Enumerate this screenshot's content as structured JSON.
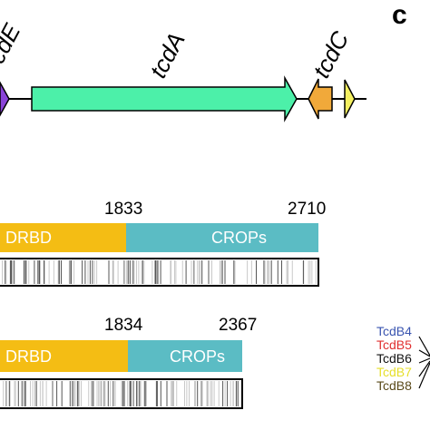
{
  "panel_letter": "c",
  "genes": {
    "tcdE": "cdE",
    "tcdA": "tcdA",
    "tcdC": "tcdC"
  },
  "colors": {
    "tcdA": "#4cf0a9",
    "tcdE": "#8a44d8",
    "tcdC": "#f1a93a",
    "small_gene": "#f4f060",
    "drbd": "#f4bd14",
    "crops": "#5bbcc4",
    "lines": "#000000"
  },
  "protein1": {
    "pos_start": "1833",
    "pos_end": "2710",
    "domain1": "DRBD",
    "domain2": "CROPs"
  },
  "protein2": {
    "pos_start": "1834",
    "pos_end": "2367",
    "domain1": "DRBD",
    "domain2": "CROPs"
  },
  "legend": [
    {
      "label": "TcdB4",
      "color": "#3a55b0"
    },
    {
      "label": "TcdB5",
      "color": "#e03030"
    },
    {
      "label": "TcdB6",
      "color": "#111111"
    },
    {
      "label": "TcdB7",
      "color": "#e6df2a"
    },
    {
      "label": "TcdB8",
      "color": "#5a4a1a"
    }
  ]
}
